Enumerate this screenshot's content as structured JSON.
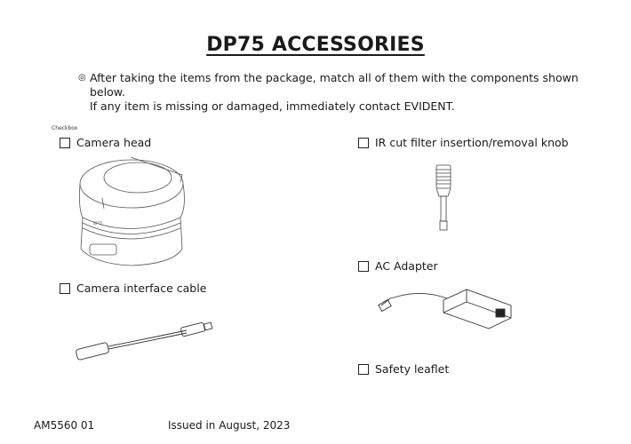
{
  "title": "DP75 ACCESSORIES",
  "intro": {
    "bullet": "◎",
    "line1": "After taking the items from the package, match all of them with the components shown below.",
    "line2": "If any item is missing or damaged, immediately contact EVIDENT."
  },
  "checkbox_label": "Checkbox",
  "items": [
    {
      "label": "Camera head",
      "checked": false
    },
    {
      "label": "IR cut filter insertion/removal knob",
      "checked": false
    },
    {
      "label": "AC Adapter",
      "checked": false
    },
    {
      "label": "Camera interface cable",
      "checked": false
    },
    {
      "label": "Safety leaflet",
      "checked": false
    }
  ],
  "camera_mark": "DP75",
  "footer": {
    "code": "AM5560  01",
    "issued": "Issued in August, 2023"
  }
}
